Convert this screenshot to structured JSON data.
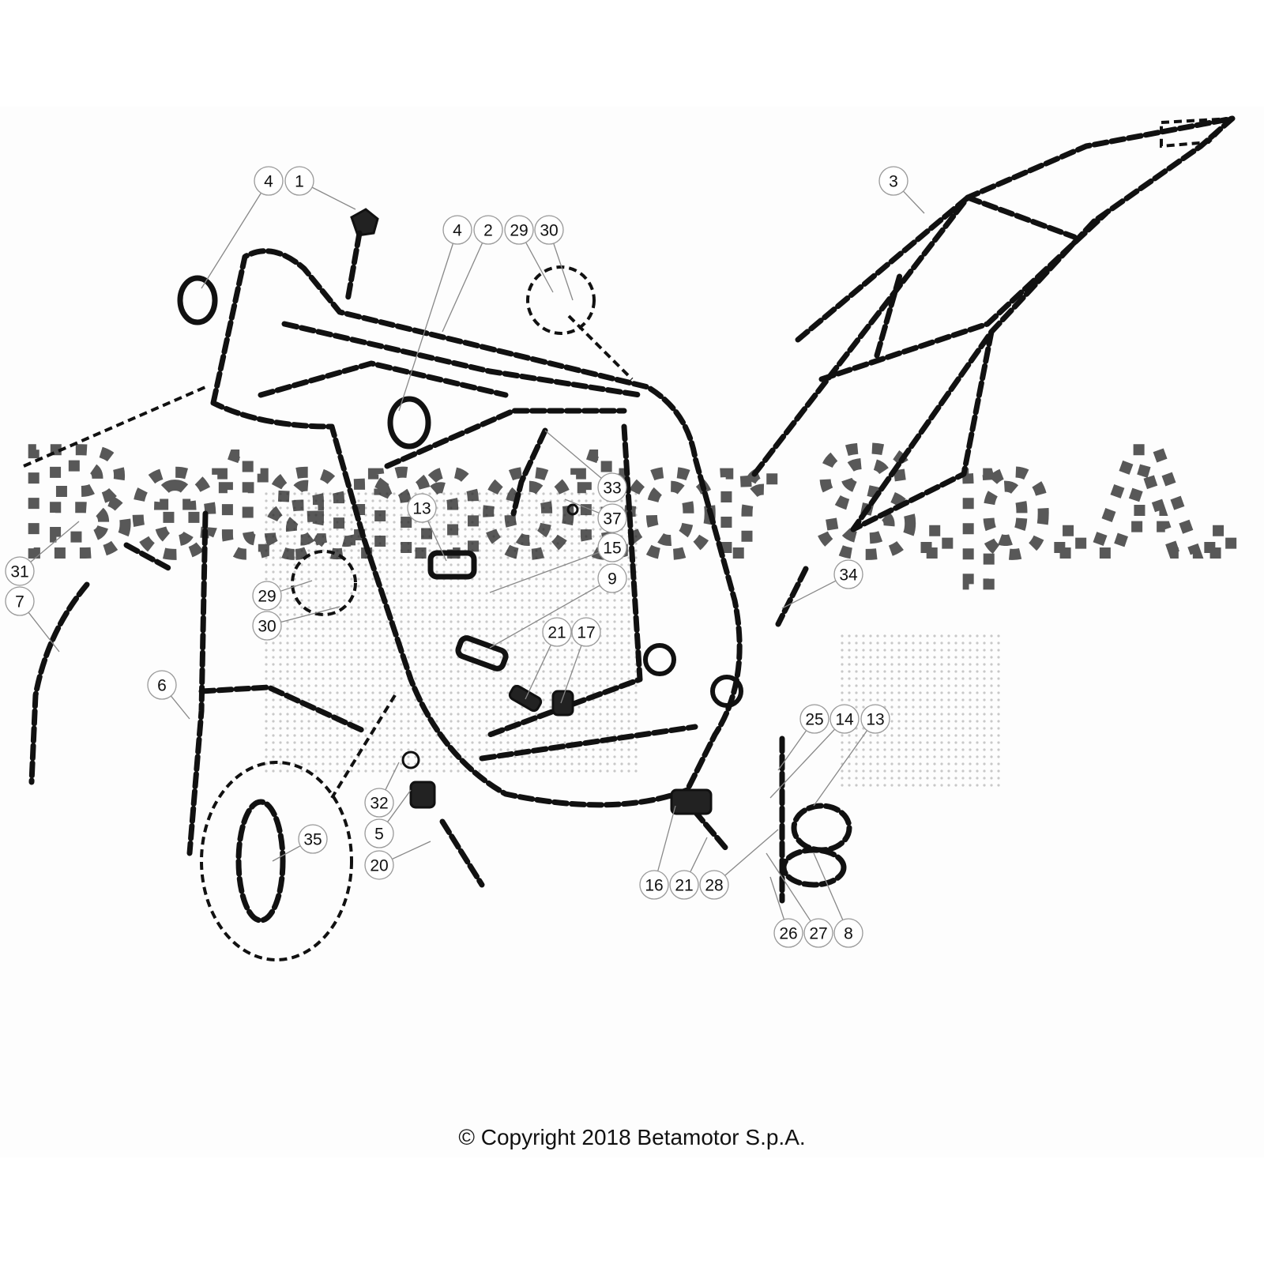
{
  "diagram": {
    "watermark": "Betamotor S.p.A.",
    "copyright": "© Copyright 2018 Betamotor S.p.A.",
    "callouts": [
      {
        "label": "1"
      },
      {
        "label": "4"
      },
      {
        "label": "4"
      },
      {
        "label": "2"
      },
      {
        "label": "29"
      },
      {
        "label": "30"
      },
      {
        "label": "3"
      },
      {
        "label": "33"
      },
      {
        "label": "37"
      },
      {
        "label": "15"
      },
      {
        "label": "13"
      },
      {
        "label": "9"
      },
      {
        "label": "21"
      },
      {
        "label": "17"
      },
      {
        "label": "29"
      },
      {
        "label": "30"
      },
      {
        "label": "31"
      },
      {
        "label": "7"
      },
      {
        "label": "6"
      },
      {
        "label": "34"
      },
      {
        "label": "25"
      },
      {
        "label": "14"
      },
      {
        "label": "13"
      },
      {
        "label": "32"
      },
      {
        "label": "5"
      },
      {
        "label": "20"
      },
      {
        "label": "35"
      },
      {
        "label": "16"
      },
      {
        "label": "21"
      },
      {
        "label": "28"
      },
      {
        "label": "26"
      },
      {
        "label": "27"
      },
      {
        "label": "8"
      }
    ]
  }
}
